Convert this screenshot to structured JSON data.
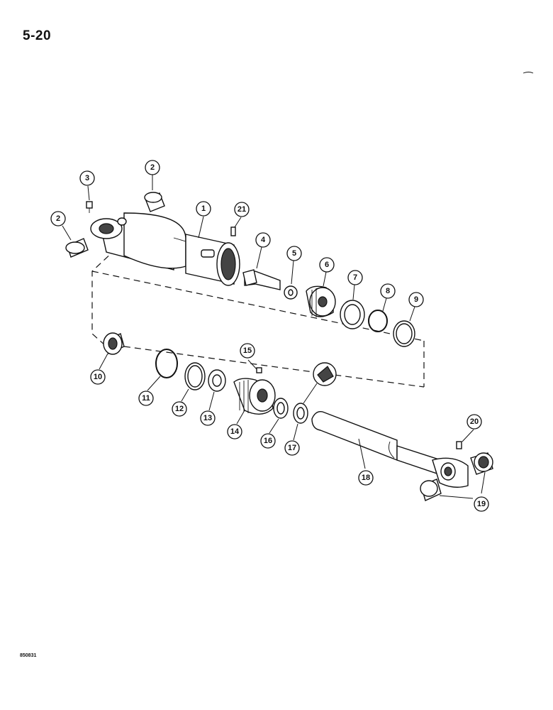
{
  "page_number": "5-20",
  "figure_id": "850831",
  "callouts": [
    {
      "label": "1"
    },
    {
      "label": "2"
    },
    {
      "label": "2"
    },
    {
      "label": "3"
    },
    {
      "label": "4"
    },
    {
      "label": "5"
    },
    {
      "label": "6"
    },
    {
      "label": "7"
    },
    {
      "label": "8"
    },
    {
      "label": "9"
    },
    {
      "label": "10"
    },
    {
      "label": "11"
    },
    {
      "label": "12"
    },
    {
      "label": "13"
    },
    {
      "label": "14"
    },
    {
      "label": "15"
    },
    {
      "label": "16"
    },
    {
      "label": "17"
    },
    {
      "label": "18"
    },
    {
      "label": "19"
    },
    {
      "label": "20"
    },
    {
      "label": "21"
    }
  ]
}
